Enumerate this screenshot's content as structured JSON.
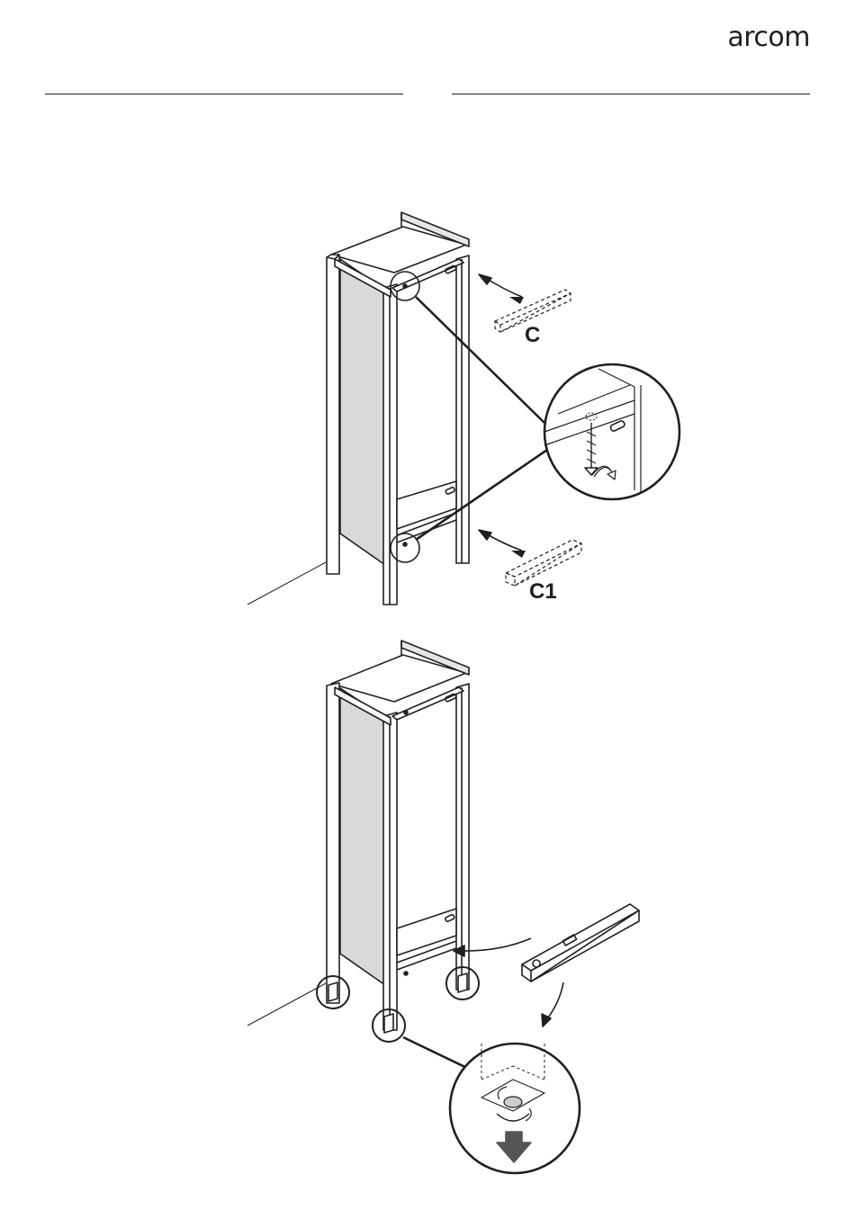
{
  "header": {
    "brand": "arcom"
  },
  "step1": {
    "part_top": "C",
    "part_bottom": "C1"
  },
  "colors": {
    "ink": "#231f20",
    "panel": "#d9d9d9",
    "arrow": "#555555"
  }
}
